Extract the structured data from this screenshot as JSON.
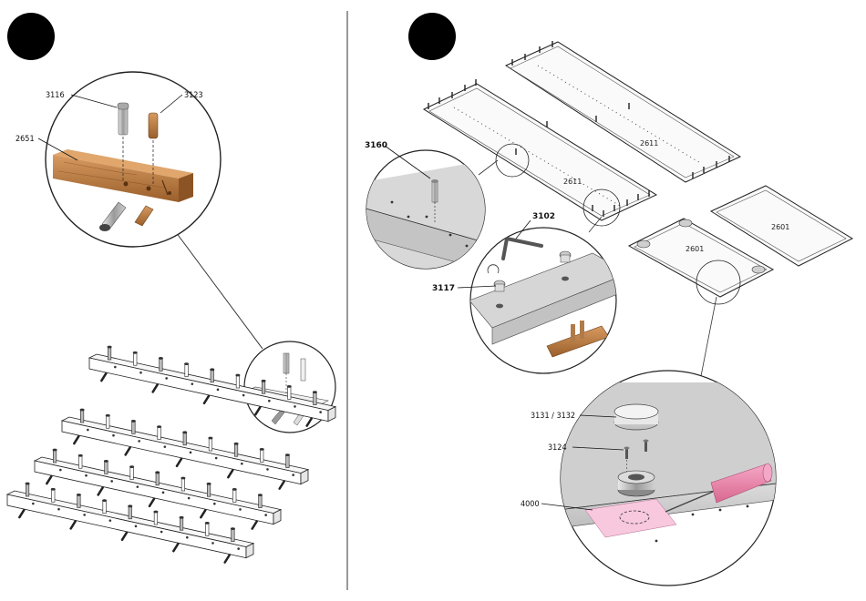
{
  "left_panel": {
    "step_marker": "",
    "callouts": {
      "screw_bolt": "3116",
      "wood_dowel": "3123",
      "rail": "2651"
    }
  },
  "right_panel": {
    "step_marker": "",
    "panels": {
      "top_left_panel": "2611",
      "top_right_panel": "2611",
      "bottom_left_panel": "2601",
      "bottom_right_panel": "2601"
    },
    "callouts": {
      "pin": "3160",
      "allen_key": "3102",
      "cam_lock": "3117",
      "cap": "3131 / 3132",
      "screw": "3124",
      "surface": "4000"
    }
  },
  "colors": {
    "wood": "#c8864d",
    "wood_dark": "#8a5526",
    "panel_grey": "#d9d9d9",
    "highlight_pink": "#f7c8de",
    "tool_pink": "#e88ab2"
  }
}
